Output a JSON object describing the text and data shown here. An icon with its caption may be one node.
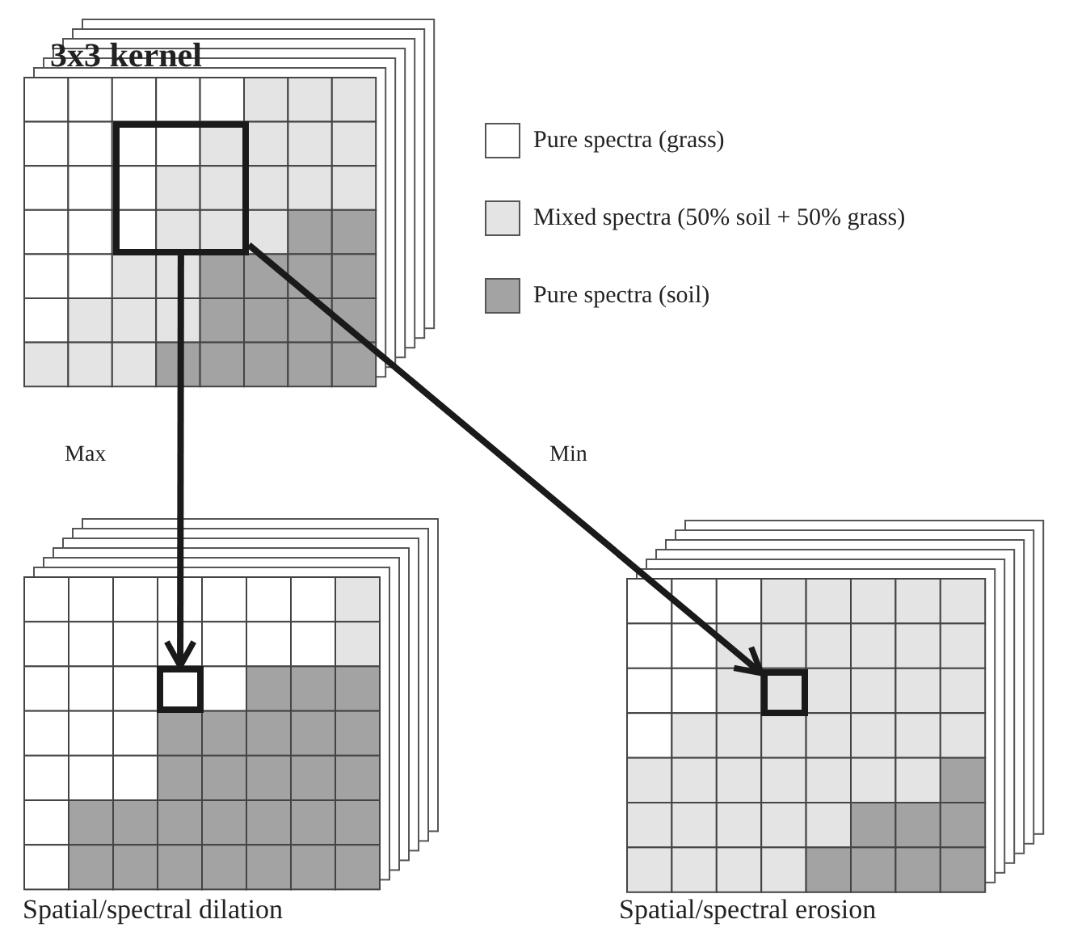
{
  "diagram": {
    "nodes": [
      {
        "text": [
          "3x3 kernel"
        ]
      },
      {
        "text": [],
        "shape": "box"
      },
      {
        "text": [],
        "shape": "box"
      }
    ],
    "edges": [
      {
        "from": 0,
        "to": 1,
        "arrow": "to",
        "label": "Max"
      },
      {
        "from": 0,
        "to": 2,
        "arrow": "to",
        "label": "Min"
      }
    ],
    "labels": [
      "Spatial/spectral dilation",
      "Spatial/spectral erosion"
    ],
    "legend": [
      {
        "text": "Pure spectra (grass)",
        "color": "#ffffff"
      },
      {
        "text": "Mixed spectra (50% soil + 50% grass)",
        "color": "#e4e4e4"
      },
      {
        "text": "Pure spectra (soil)",
        "color": "#a3a3a3"
      }
    ]
  }
}
